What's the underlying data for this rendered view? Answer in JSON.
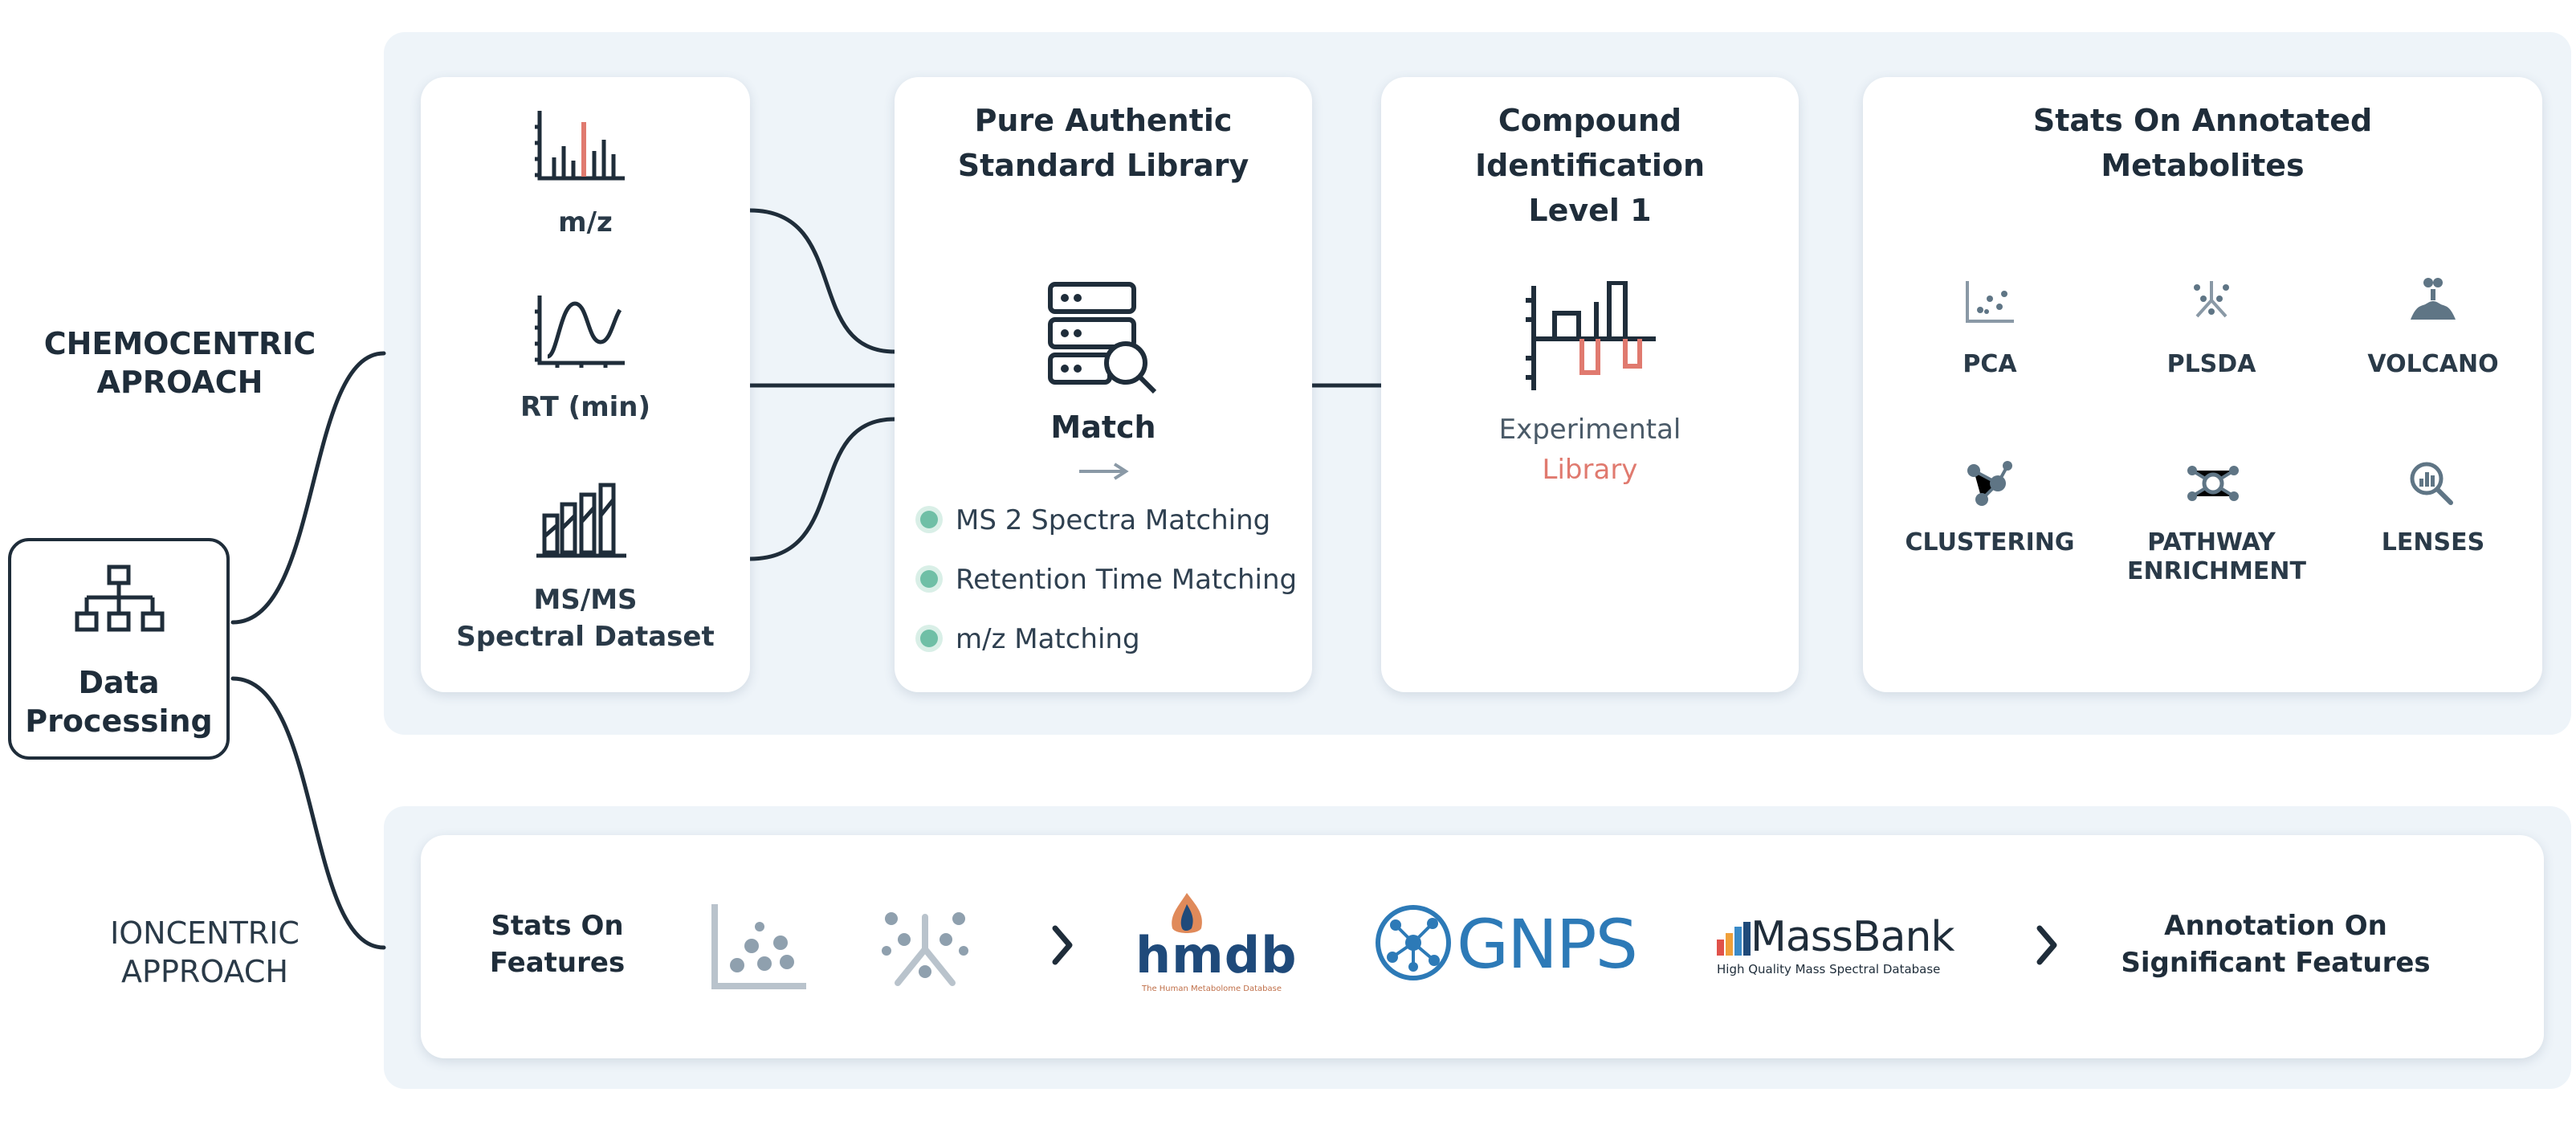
{
  "left": {
    "chemocentric_label": [
      "CHEMOCENTRIC",
      "APROACH"
    ],
    "ioncentric_label": [
      "IONCENTRIC",
      "APPROACH"
    ],
    "processing_label": [
      "Data",
      "Processing"
    ]
  },
  "inputs": {
    "mz": "m/z",
    "rt": "RT (min)",
    "msms": [
      "MS/MS",
      "Spectral Dataset"
    ]
  },
  "match_card": {
    "title": [
      "Pure Authentic",
      "Standard Library"
    ],
    "match_label": "Match",
    "items": [
      "MS 2 Spectra Matching",
      "Retention Time Matching",
      "m/z Matching"
    ]
  },
  "identify_card": {
    "title": [
      "Compound",
      "Identification",
      "Level 1"
    ],
    "experimental": "Experimental",
    "library": "Library"
  },
  "stats_card": {
    "title": [
      "Stats On Annotated",
      "Metabolites"
    ],
    "items": [
      "PCA",
      "PLSDA",
      "VOLCANO",
      "CLUSTERING",
      "PATHWAY ENRICHMENT",
      "LENSES"
    ]
  },
  "ion_card": {
    "stats_features": [
      "Stats On",
      "Features"
    ],
    "hmdb": "hmdb",
    "hmdb_sub": "The Human Metabolome Database",
    "gnps": "GNPS",
    "massbank": "MassBank",
    "massbank_sub": "High Quality Mass Spectral Database",
    "annotation": [
      "Annotation On",
      "Significant Features"
    ]
  },
  "colors": {
    "ink": "#1f2d3a",
    "accent_red": "#e07a6f",
    "accent_green": "#6fbfa6",
    "gnps_blue": "#2d7ab7",
    "band": "#eef4f9"
  }
}
